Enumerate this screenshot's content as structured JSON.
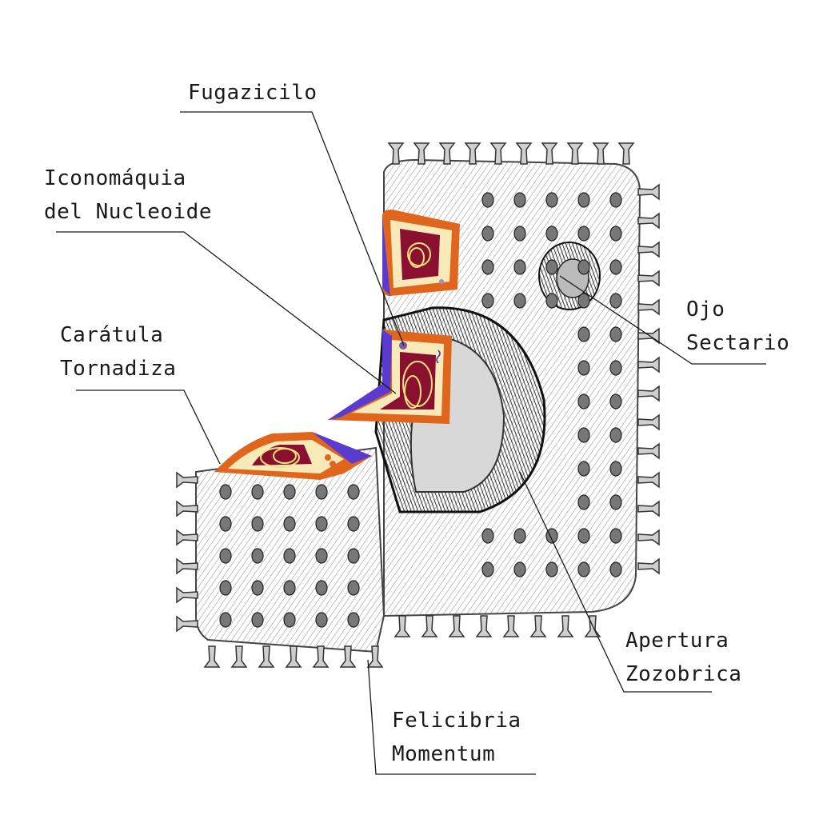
{
  "labels": {
    "fugazicilo": [
      "Fugazicilo"
    ],
    "iconomaquia": [
      "Iconomáquia",
      "del Nucleoide"
    ],
    "caratula": [
      "Carátula",
      "Tornadiza"
    ],
    "ojo": [
      "Ojo",
      "Sectario"
    ],
    "apertura": [
      "Apertura",
      "Zozobrica"
    ],
    "felicibria": [
      "Felicibria",
      "Momentum"
    ]
  },
  "colors": {
    "ink": "#1a1a1a",
    "sketch": "#555555",
    "orange": "#e0661e",
    "purple": "#5a3ad0",
    "cream": "#f7e9b8",
    "crimson": "#8a1030",
    "yarn": "#f3e27a"
  }
}
